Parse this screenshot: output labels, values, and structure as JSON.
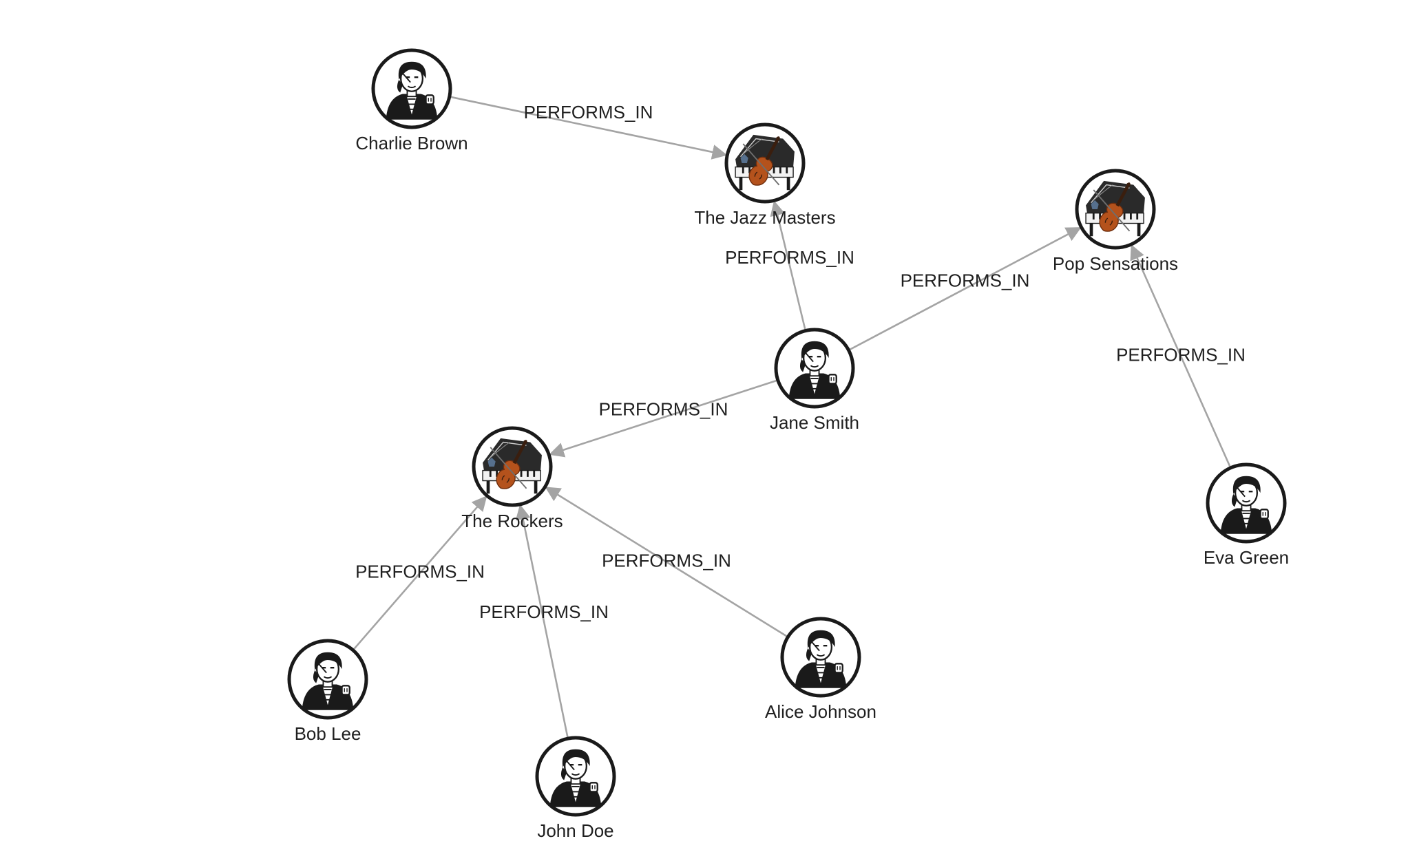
{
  "graph": {
    "nodes": [
      {
        "id": "charlie",
        "label": "Charlie Brown",
        "kind": "person",
        "icon": "singer-avatar-icon"
      },
      {
        "id": "jazz",
        "label": "The Jazz Masters",
        "kind": "band",
        "icon": "violin-piano-icon"
      },
      {
        "id": "pop",
        "label": "Pop Sensations",
        "kind": "band",
        "icon": "violin-piano-icon"
      },
      {
        "id": "jane",
        "label": "Jane Smith",
        "kind": "person",
        "icon": "singer-avatar-icon"
      },
      {
        "id": "rockers",
        "label": "The Rockers",
        "kind": "band",
        "icon": "violin-piano-icon"
      },
      {
        "id": "eva",
        "label": "Eva Green",
        "kind": "person",
        "icon": "singer-avatar-icon"
      },
      {
        "id": "bob",
        "label": "Bob Lee",
        "kind": "person",
        "icon": "singer-avatar-icon"
      },
      {
        "id": "alice",
        "label": "Alice Johnson",
        "kind": "person",
        "icon": "singer-avatar-icon"
      },
      {
        "id": "john",
        "label": "John Doe",
        "kind": "person",
        "icon": "singer-avatar-icon"
      }
    ],
    "edges": [
      {
        "from": "charlie",
        "to": "jazz",
        "label": "PERFORMS_IN"
      },
      {
        "from": "jane",
        "to": "jazz",
        "label": "PERFORMS_IN"
      },
      {
        "from": "jane",
        "to": "pop",
        "label": "PERFORMS_IN"
      },
      {
        "from": "eva",
        "to": "pop",
        "label": "PERFORMS_IN"
      },
      {
        "from": "jane",
        "to": "rockers",
        "label": "PERFORMS_IN"
      },
      {
        "from": "bob",
        "to": "rockers",
        "label": "PERFORMS_IN"
      },
      {
        "from": "john",
        "to": "rockers",
        "label": "PERFORMS_IN"
      },
      {
        "from": "alice",
        "to": "rockers",
        "label": "PERFORMS_IN"
      }
    ]
  },
  "colors": {
    "edge": "#a4a4a4",
    "ring": "#1a1a1a",
    "text": "#1f1f1f",
    "violin": "#b4521c"
  }
}
